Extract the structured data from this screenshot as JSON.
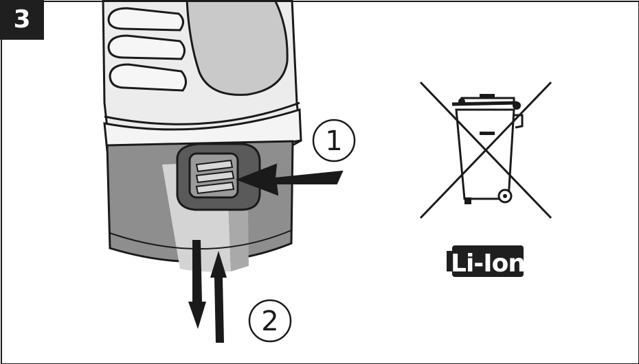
{
  "step": {
    "number": "3"
  },
  "callouts": [
    {
      "label": "1"
    },
    {
      "label": "2"
    }
  ],
  "battery_badge": {
    "label": "Li-Ion"
  },
  "icons": {
    "disposal": "crossed-out-wheelie-bin-icon",
    "battery": "li-ion-battery-icon"
  },
  "colors": {
    "line": "#1a1a1a",
    "housing": "#e6e6e6",
    "battery_pack": "#8a8a8a",
    "badge": "#1f1f1f"
  }
}
